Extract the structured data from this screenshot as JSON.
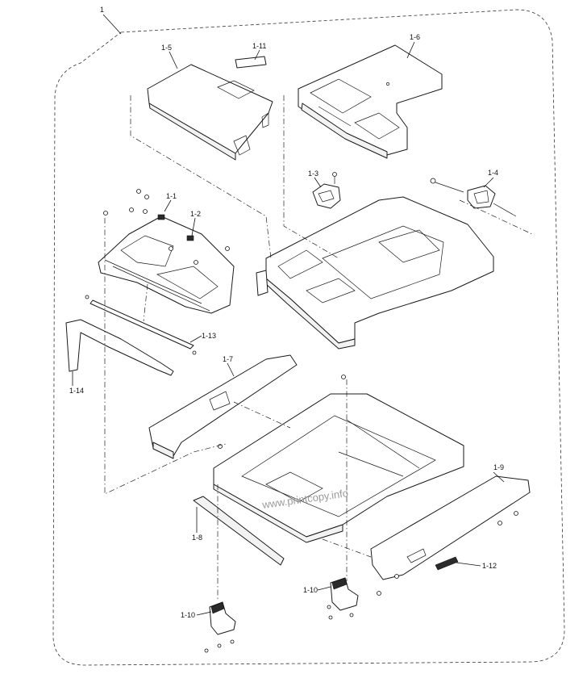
{
  "diagram": {
    "assembly_label": "1",
    "watermark": "www.printcopy.info",
    "parts": [
      {
        "id": "p1_1",
        "label": "1-1"
      },
      {
        "id": "p1_2",
        "label": "1-2"
      },
      {
        "id": "p1_3",
        "label": "1-3"
      },
      {
        "id": "p1_4",
        "label": "1-4"
      },
      {
        "id": "p1_5",
        "label": "1-5"
      },
      {
        "id": "p1_6",
        "label": "1-6"
      },
      {
        "id": "p1_7",
        "label": "1-7"
      },
      {
        "id": "p1_8",
        "label": "1-8"
      },
      {
        "id": "p1_9",
        "label": "1-9"
      },
      {
        "id": "p1_10a",
        "label": "1-10"
      },
      {
        "id": "p1_10b",
        "label": "1-10"
      },
      {
        "id": "p1_11",
        "label": "1-11"
      },
      {
        "id": "p1_12",
        "label": "1-12"
      },
      {
        "id": "p1_13",
        "label": "1-13"
      },
      {
        "id": "p1_14",
        "label": "1-14"
      }
    ]
  }
}
